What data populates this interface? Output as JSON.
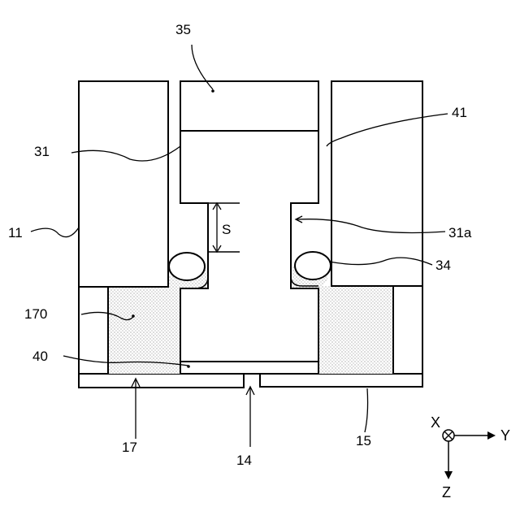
{
  "labels": {
    "ref_35": "35",
    "ref_41": "41",
    "ref_31": "31",
    "ref_11": "11",
    "ref_S": "S",
    "ref_31a": "31a",
    "ref_34": "34",
    "ref_170": "170",
    "ref_40": "40",
    "ref_17": "17",
    "ref_14": "14",
    "ref_15": "15"
  },
  "axes": {
    "x": "X",
    "y": "Y",
    "z": "Z"
  }
}
